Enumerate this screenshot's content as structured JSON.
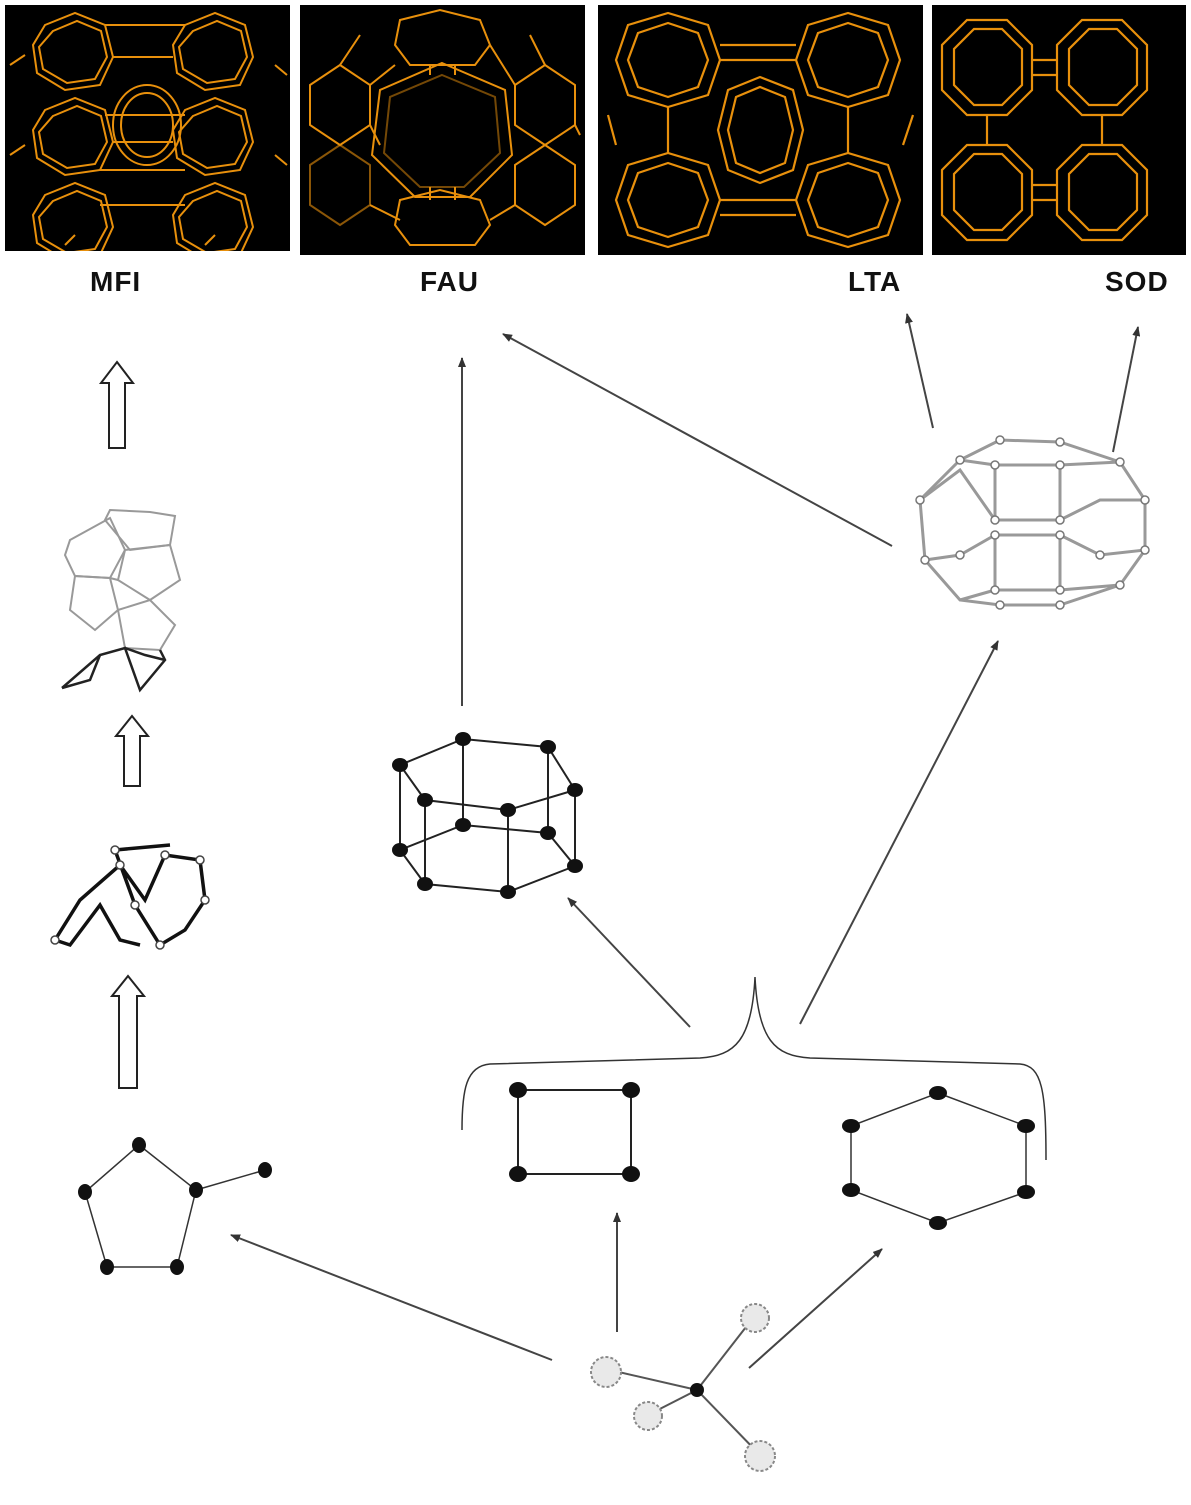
{
  "frameworks": [
    {
      "key": "mfi",
      "label": "MFI"
    },
    {
      "key": "fau",
      "label": "FAU"
    },
    {
      "key": "lta",
      "label": "LTA"
    },
    {
      "key": "sod",
      "label": "SOD"
    }
  ],
  "colors": {
    "framework_stroke": "#e8900c",
    "framework_bg": "#000000",
    "arrow": "#444444",
    "line": "#111111",
    "cage_stroke": "#9a9a9a"
  },
  "icons": {
    "block_arrow": "hollow-up-arrow-icon",
    "arrow": "thin-arrow-icon"
  }
}
